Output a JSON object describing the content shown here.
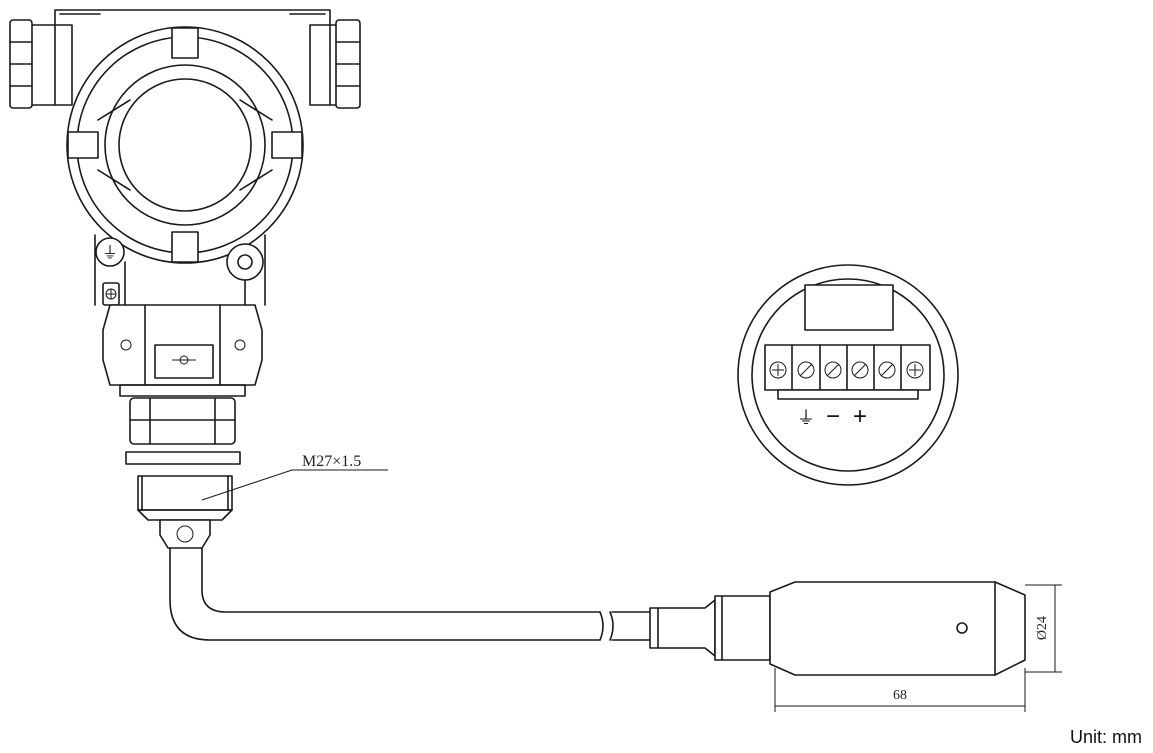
{
  "thread_label": "M27×1.5",
  "diameter_label": "Ø24",
  "length_label": "68",
  "unit_label": "Unit: mm",
  "terminal_symbols": {
    "ground": "⏚",
    "minus": "−",
    "plus": "+"
  }
}
